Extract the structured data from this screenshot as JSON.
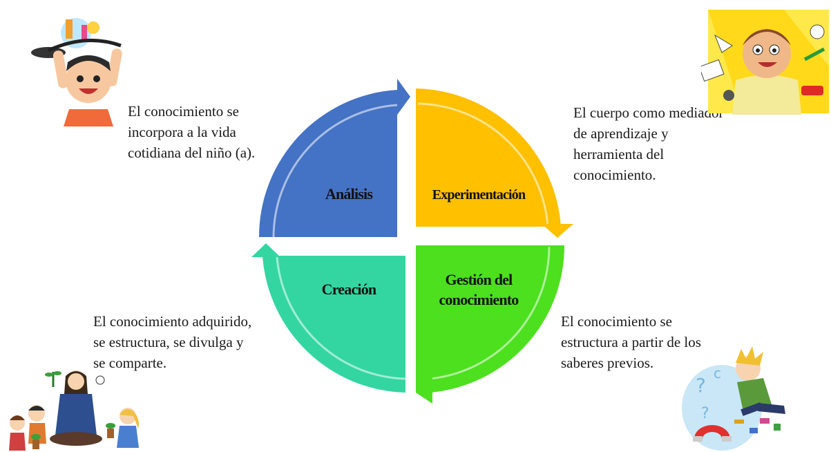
{
  "diagram": {
    "quadrants": [
      {
        "id": "analisis",
        "label": "Análisis",
        "color": "#4472C4"
      },
      {
        "id": "experimentacion",
        "label": "Experimentación",
        "color": "#FFC000"
      },
      {
        "id": "gestion",
        "label_line1": "Gestión del",
        "label_line2": "conocimiento",
        "color": "#4CE01E"
      },
      {
        "id": "creacion",
        "label": "Creación",
        "color": "#33D6A0"
      }
    ],
    "descriptions": {
      "top_left": "El conocimiento se\nincorpora a la vida\ncotidiana del niño (a).",
      "top_right": "El cuerpo como mediador\nde aprendizaje y\nherramienta del\nconocimiento.",
      "bottom_left": "El conocimiento adquirido,\nse estructura, se divulga y\nse comparte.",
      "bottom_right": "El conocimiento se\nestructura a partir de los\nsaberes previos."
    }
  }
}
